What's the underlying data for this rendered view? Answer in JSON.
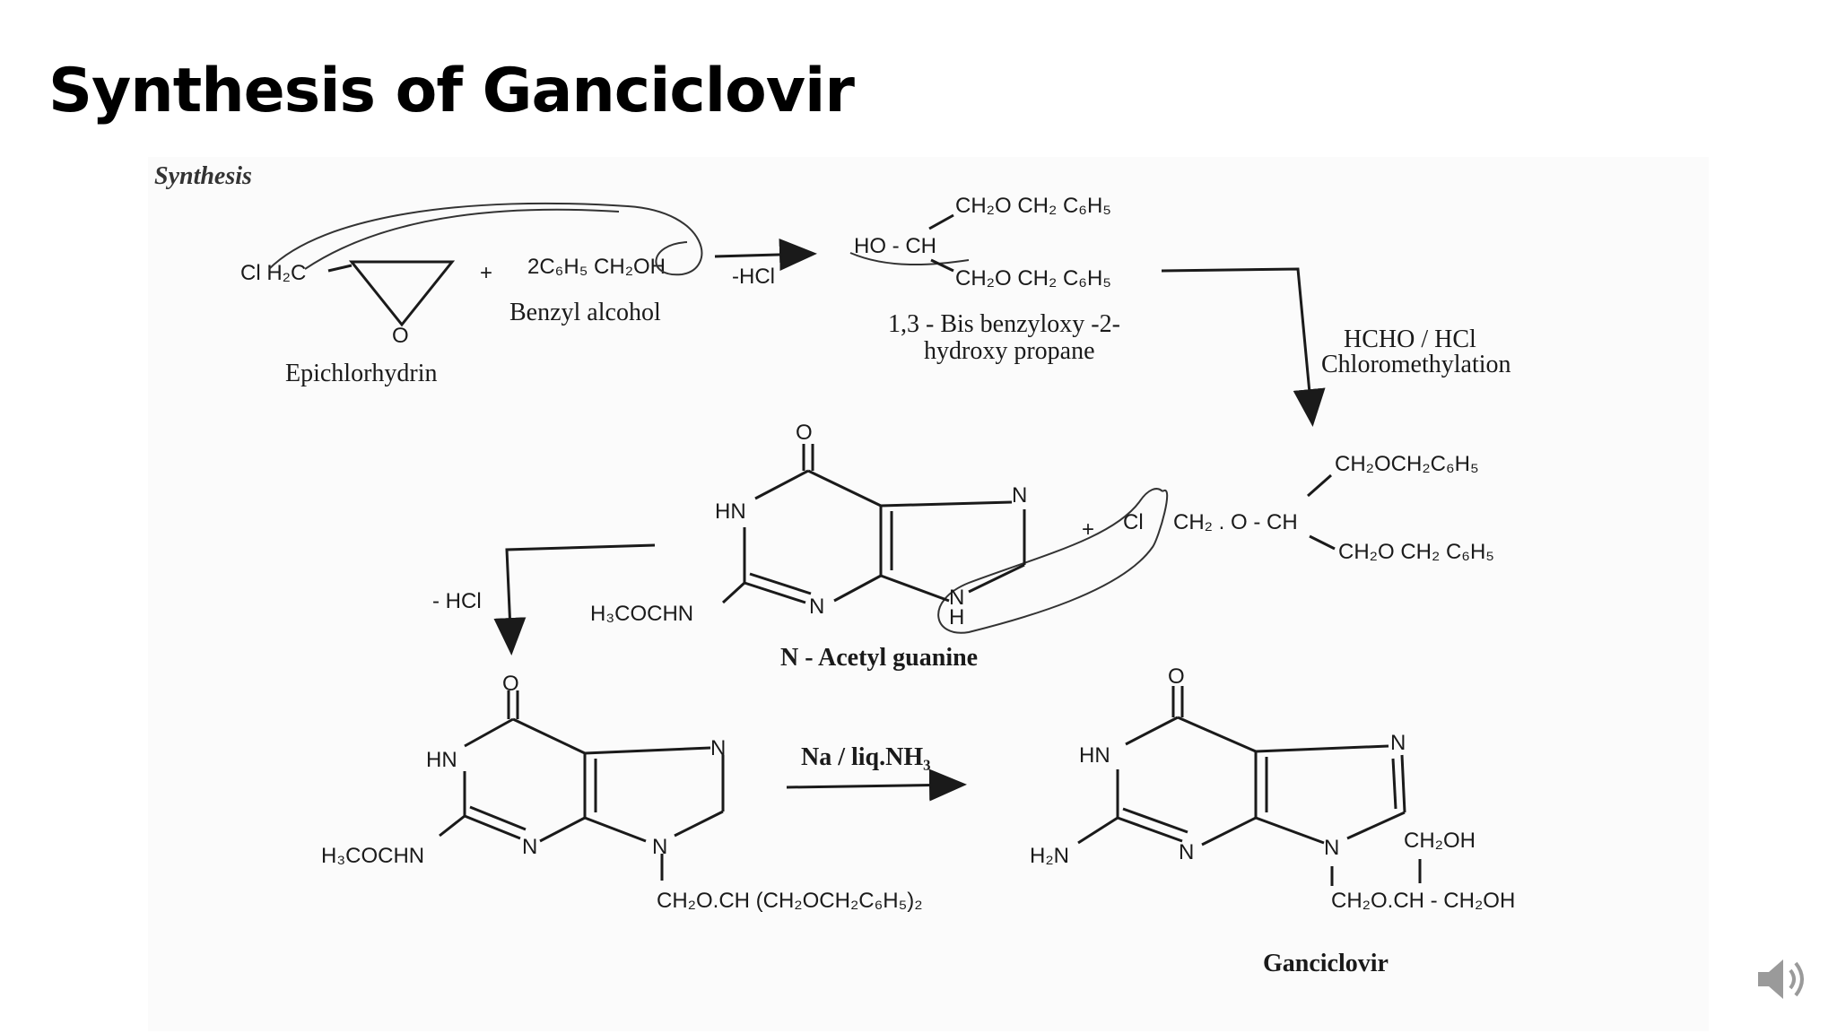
{
  "slide": {
    "title": "Synthesis of Ganciclovir"
  },
  "scheme": {
    "heading": "Synthesis",
    "step1": {
      "reagent_group": "Cl H₂C",
      "epoxide_O": "O",
      "plus": "+",
      "benzyl_formula": "2C₆H₅ CH₂OH",
      "benzyl_name": "Benzyl alcohol",
      "epi_name": "Epichlorhydrin",
      "condition": "-HCl"
    },
    "product1": {
      "top": "CH₂O CH₂ C₆H₅",
      "mid": "HO - CH",
      "bot": "CH₂O CH₂ C₆H₅",
      "name_line1": "1,3 - Bis benzyloxy -2-",
      "name_line2": "hydroxy propane"
    },
    "step2": {
      "line1": "HCHO / HCl",
      "line2": "Chloromethylation"
    },
    "chloro": {
      "plus": "+",
      "cl": "Cl",
      "chain": "CH₂ . O - CH",
      "top": "CH₂OCH₂C₆H₅",
      "bot": "CH₂O CH₂ C₆H₅"
    },
    "guanine": {
      "O": "O",
      "HN": "HN",
      "N7": "N",
      "N3": "N",
      "N9": "N",
      "H": "H",
      "sub": "H₃COCHN",
      "name": "N - Acetyl guanine"
    },
    "step3": {
      "condition": "- HCl"
    },
    "intermediate": {
      "O": "O",
      "HN": "HN",
      "N7": "N",
      "N3": "N",
      "N9": "N",
      "sub": "H₃COCHN",
      "chain": "CH₂O.CH (CH₂OCH₂C₆H₅)₂"
    },
    "step4": {
      "condition": "Na / liq.NH₃"
    },
    "ganciclovir": {
      "O": "O",
      "HN": "HN",
      "N7": "N",
      "N3": "N",
      "N9": "N",
      "sub": "H₂N",
      "ch2oh": "CH₂OH",
      "chain": "CH₂O.CH - CH₂OH",
      "name": "Ganciclovir"
    }
  },
  "controls": {
    "audio_icon": "speaker-icon"
  }
}
